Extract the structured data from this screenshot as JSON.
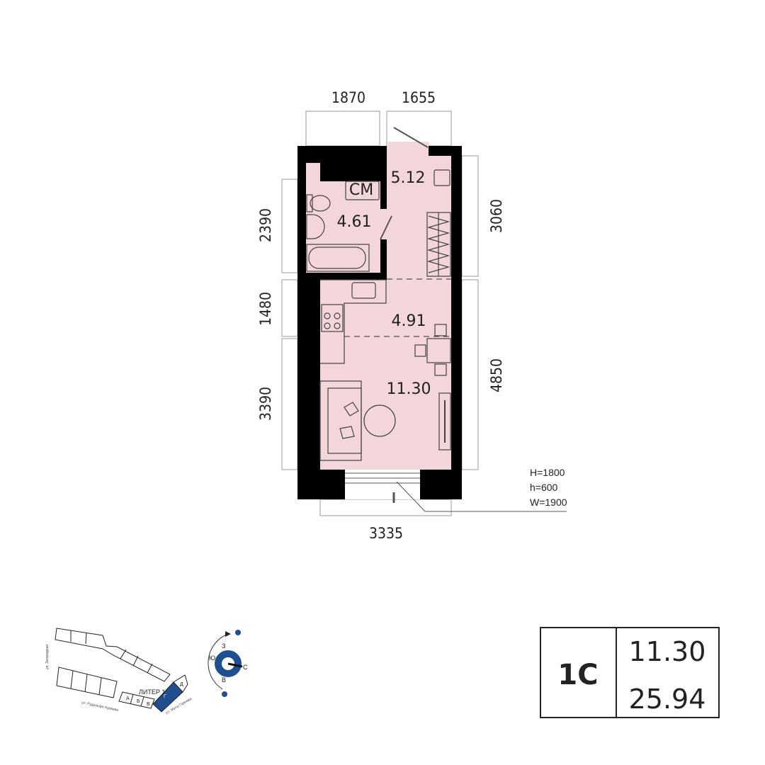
{
  "dimensions": {
    "top_left": "1870",
    "top_right": "1655",
    "left_top": "2390",
    "left_middle": "1480",
    "left_bottom": "3390",
    "right_top": "3060",
    "right_bottom": "4850",
    "bottom": "3335"
  },
  "rooms": {
    "bathroom_area": "4.61",
    "hall_area": "5.12",
    "kitchen_area": "4.91",
    "living_area": "11.30",
    "washing_machine_label": "СМ"
  },
  "window_spec": {
    "height_H": "H=1800",
    "sill_h": "h=600",
    "width_W": "W=1900"
  },
  "site_plan": {
    "building_label": "ЛИТЕР 1",
    "sections": [
      "А",
      "Б",
      "В",
      "Г",
      "Д"
    ],
    "highlighted_section": "Г",
    "streets": [
      "ул. Загородная",
      "ул. Рудольфа Нуреева",
      "ул. Мусы Гареева"
    ],
    "accent_color": "#1f4f8f"
  },
  "compass": {
    "north": "С",
    "south": "Ю",
    "east": "В",
    "west": "З"
  },
  "summary": {
    "apartment_type": "1С",
    "living_area": "11.30",
    "total_area": "25.94"
  }
}
